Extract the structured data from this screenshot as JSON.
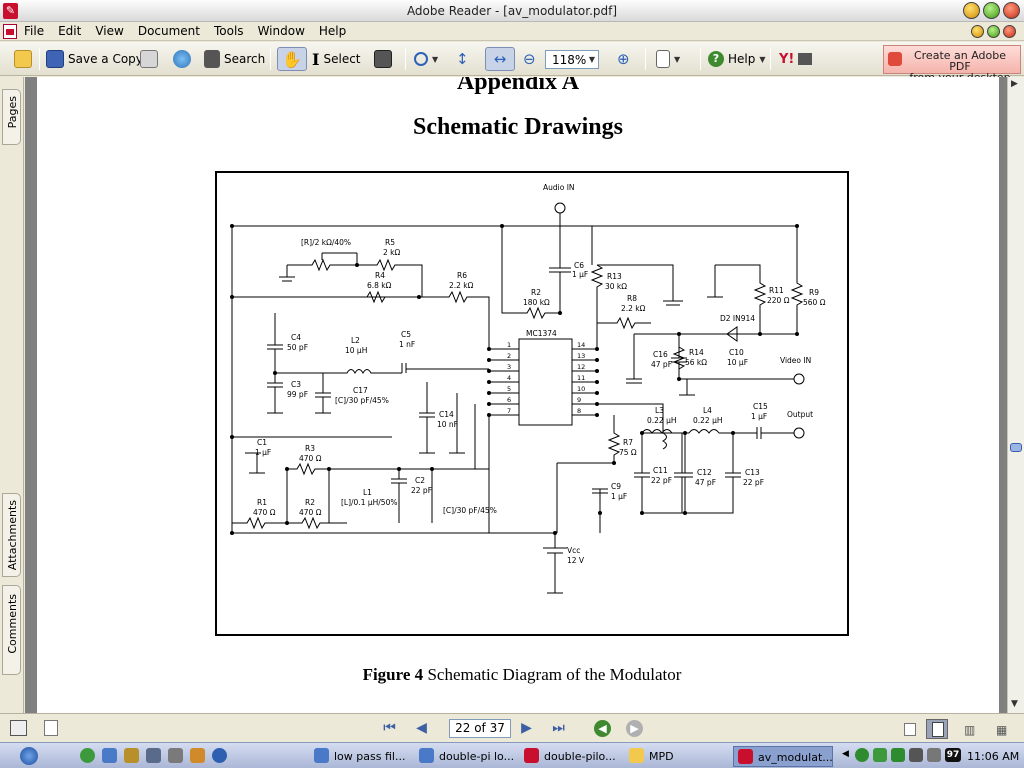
{
  "window": {
    "title": "Adobe Reader - [av_modulator.pdf]"
  },
  "menu": [
    "File",
    "Edit",
    "View",
    "Document",
    "Tools",
    "Window",
    "Help"
  ],
  "toolbar": {
    "save_copy": "Save a Copy",
    "search": "Search",
    "select": "Select",
    "zoom": "118%",
    "help": "Help",
    "create_pdf_line1": "Create an Adobe PDF",
    "create_pdf_line2": "from your desktop"
  },
  "side_tabs": {
    "pages": "Pages",
    "attachments": "Attachments",
    "comments": "Comments"
  },
  "document": {
    "appendix_title": "Appendix A",
    "heading": "Schematic Drawings",
    "figure_label": "Figure 4",
    "figure_caption": "Schematic Diagram of the Modulator",
    "schematic": {
      "audio_in": "Audio IN",
      "video_in": "Video IN",
      "output": "Output",
      "ic": "MC1374",
      "vcc": "Vcc",
      "vcc_val": "12 V",
      "r_pot": "[R]/2 kΩ/40%",
      "r5": "R5",
      "r5v": "2 kΩ",
      "r4": "R4",
      "r4v": "6.8 kΩ",
      "r6": "R6",
      "r6v": "2.2 kΩ",
      "r2top": "R2",
      "r2topv": "180 kΩ",
      "c6": "C6",
      "c6v": "1 µF",
      "r13": "R13",
      "r13v": "30 kΩ",
      "r8": "R8",
      "r8v": "2.2 kΩ",
      "r11": "R11",
      "r11v": "220 Ω",
      "r9": "R9",
      "r9v": "560 Ω",
      "d2": "D2  IN914",
      "c4": "C4",
      "c4v": "50 pF",
      "l2": "L2",
      "l2v": "10 µH",
      "c5": "C5",
      "c5v": "1 nF",
      "c3": "C3",
      "c3v": "99 pF",
      "c17": "C17",
      "c17v": "[C]/30 pF/45%",
      "c16": "C16",
      "c16v": "47 pF",
      "r14": "R14",
      "r14v": "56 kΩ",
      "c10": "C10",
      "c10v": "10 µF",
      "c14": "C14",
      "c14v": "10 nF",
      "l3": "L3",
      "l3v": "0.22 µH",
      "l4": "L4",
      "l4v": "0.22 µH",
      "c15": "C15",
      "c15v": "1 µF",
      "c1": "C1",
      "c1v": "1 µF",
      "r3": "R3",
      "r3v": "470 Ω",
      "r1": "R1",
      "r1v": "470 Ω",
      "r2": "R2",
      "r2v": "470 Ω",
      "l1": "L1",
      "l1v": "[L]/0.1 µH/50%",
      "c2": "C2",
      "c2v": "22 pF",
      "ctrim": "[C]/30 pF/45%",
      "r7": "R7",
      "r7v": "75 Ω",
      "c9": "C9",
      "c9v": "1 µF",
      "c11": "C11",
      "c11v": "22 pF",
      "c12": "C12",
      "c12v": "47 pF",
      "c13": "C13",
      "c13v": "22 pF",
      "pins_left": [
        "1",
        "2",
        "3",
        "4",
        "5",
        "6",
        "7"
      ],
      "pins_right": [
        "14",
        "13",
        "12",
        "11",
        "10",
        "9",
        "8"
      ]
    }
  },
  "statusbar": {
    "page_indicator": "22 of 37"
  },
  "taskbar": {
    "tasks": [
      "low pass fil...",
      "double-pi lo...",
      "double-pilo...",
      "MPD",
      "av_modulat..."
    ],
    "tray_number": "97",
    "clock": "11:06 AM"
  },
  "colors": {
    "pdf_red": "#c8102e",
    "menu_bg": "#ece9d8",
    "doc_bg": "#808080",
    "active_task": "#8aa0cf"
  }
}
